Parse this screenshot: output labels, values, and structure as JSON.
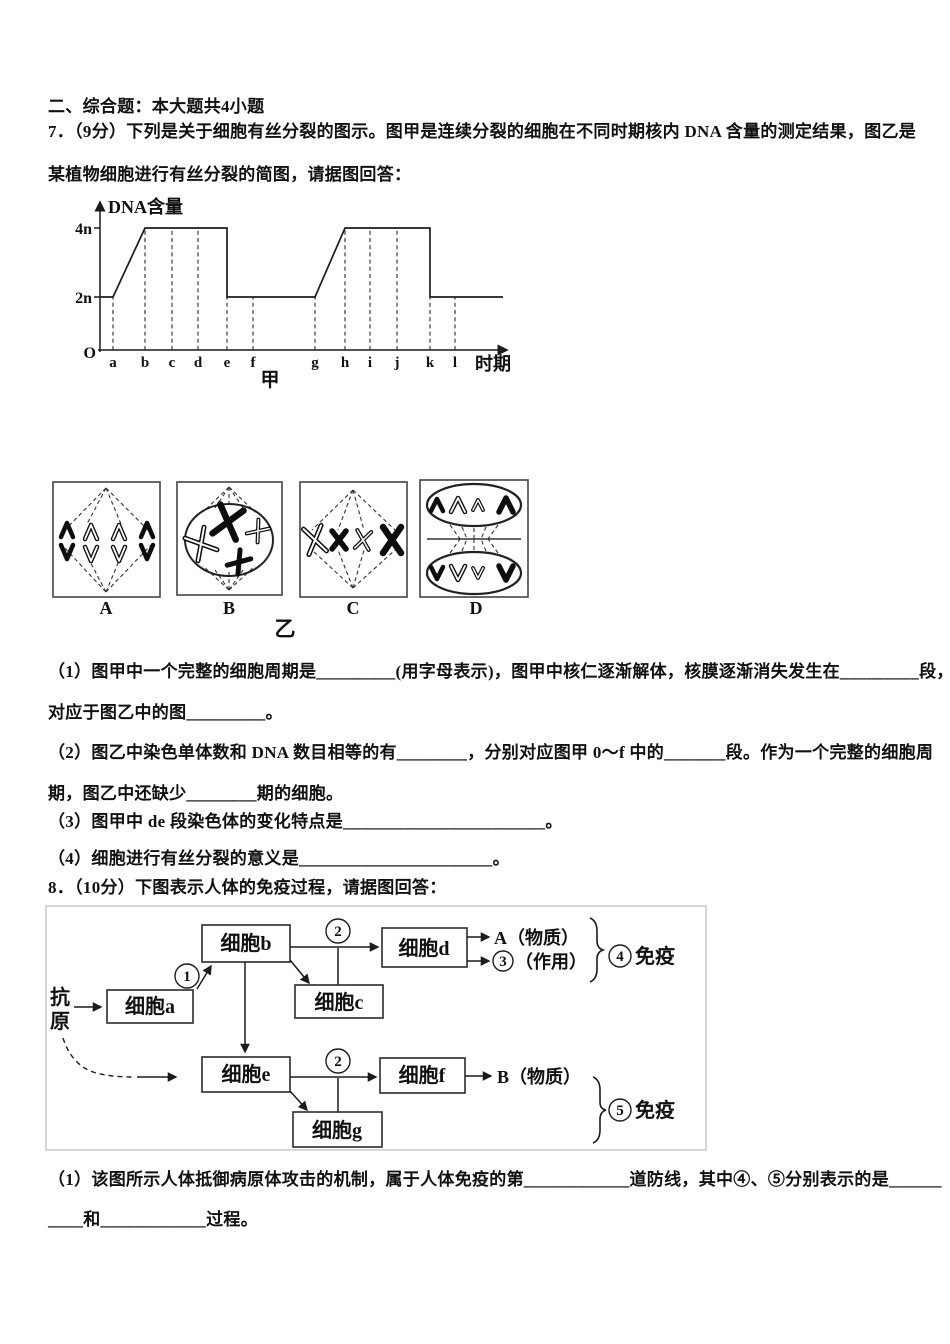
{
  "section_header": "二、综合题：本大题共4小题",
  "q7": {
    "stem_line1": "7．（9分）下列是关于细胞有丝分裂的图示。图甲是连续分裂的细胞在不同时期核内 DNA 含量的测定结果，图乙是",
    "stem_line2": "某植物细胞进行有丝分裂的简图，请据图回答：",
    "chart": {
      "ylabel": "DNA含量",
      "xlabel": "时期",
      "ytick_4n": "4n",
      "ytick_2n": "2n",
      "origin": "O",
      "xticks": [
        "a",
        "b",
        "c",
        "d",
        "e",
        "f",
        "g",
        "h",
        "i",
        "j",
        "k",
        "l"
      ],
      "caption": "甲"
    },
    "cells": {
      "labels": [
        "A",
        "B",
        "C",
        "D"
      ],
      "caption": "乙"
    },
    "sub1_line1": "（1）图甲中一个完整的细胞周期是_________(用字母表示)，图甲中核仁逐渐解体，核膜逐渐消失发生在_________段，",
    "sub1_line2": "对应于图乙中的图_________。",
    "sub2_line1": "（2）图乙中染色单体数和 DNA 数目相等的有________，分别对应图甲 0～f 中的_______段。作为一个完整的细胞周",
    "sub2_line2": "期，图乙中还缺少________期的细胞。",
    "sub3": "（3）图甲中 de 段染色体的变化特点是_______________________。",
    "sub4": "（4）细胞进行有丝分裂的意义是______________________。"
  },
  "q8": {
    "stem": "8．（10分）下图表示人体的免疫过程，请据图回答：",
    "flow": {
      "antigen_1": "抗",
      "antigen_2": "原",
      "cell_a": "细胞a",
      "cell_b": "细胞b",
      "cell_c": "细胞c",
      "cell_d": "细胞d",
      "cell_e": "细胞e",
      "cell_f": "细胞f",
      "cell_g": "细胞g",
      "circle_1": "1",
      "circle_2_top": "2",
      "circle_2_bottom": "2",
      "circle_3": "3",
      "circle_4": "4",
      "circle_5": "5",
      "output_a": "A（物质）",
      "output_3_text": "（作用）",
      "immunity_4": "免疫",
      "output_b": "B（物质）",
      "immunity_5": "免疫"
    },
    "sub1_line1": "（1）该图所示人体抵御病原体攻击的机制，属于人体免疫的第____________道防线，其中④、⑤分别表示的是______",
    "sub1_line2": "____和____________过程。"
  },
  "chart_data": {
    "type": "line",
    "title": "甲",
    "xlabel": "时期",
    "ylabel": "DNA含量",
    "yticks": [
      "2n",
      "4n"
    ],
    "x_categories": [
      "O",
      "a",
      "b",
      "c",
      "d",
      "e",
      "f",
      "g",
      "h",
      "i",
      "j",
      "k",
      "l"
    ],
    "series": [
      {
        "name": "核内DNA含量",
        "points": [
          {
            "x": "O",
            "y": "2n"
          },
          {
            "x": "a",
            "y": "2n"
          },
          {
            "x": "b",
            "y": "4n"
          },
          {
            "x": "e",
            "y": "4n"
          },
          {
            "x": "e",
            "y": "2n"
          },
          {
            "x": "g",
            "y": "2n"
          },
          {
            "x": "h",
            "y": "4n"
          },
          {
            "x": "k",
            "y": "4n"
          },
          {
            "x": "k",
            "y": "2n"
          },
          {
            "x": "l+",
            "y": "2n"
          }
        ]
      }
    ],
    "grid": "dashed vertical guide at each letter a–l",
    "legend_position": "none"
  }
}
